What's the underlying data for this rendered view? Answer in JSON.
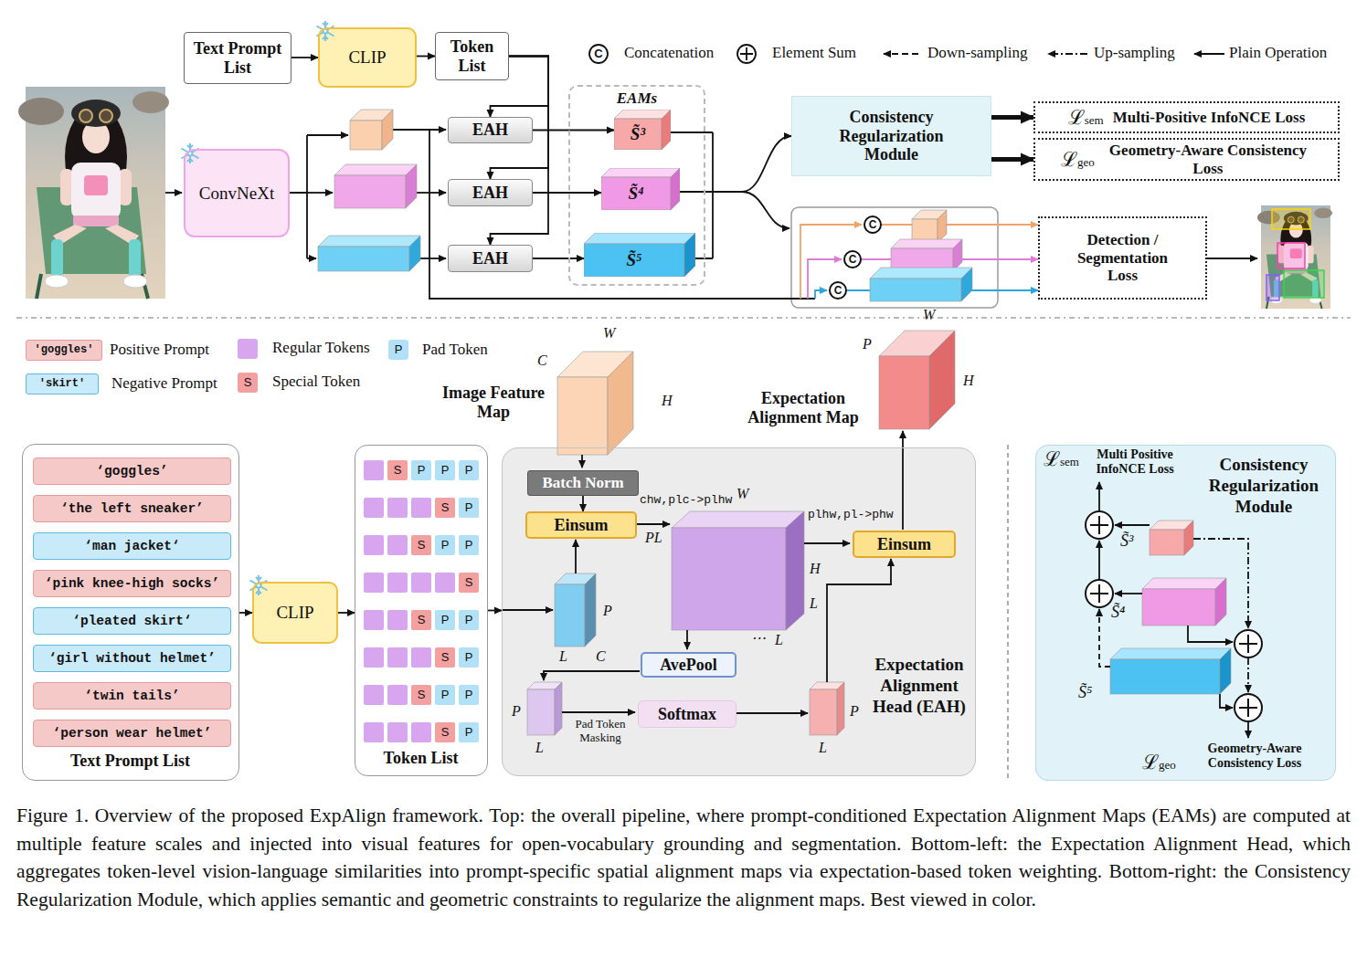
{
  "diagram": {
    "caption": "Figure 1. Overview of the proposed ExpAlign framework. Top: the overall pipeline, where prompt-conditioned Expectation Alignment Maps (EAMs) are computed at multiple feature scales and injected into visual features for open-vocabulary grounding and segmentation. Bottom-left: the Expectation Alignment Head, which aggregates token-level vision-language similarities into prompt-specific spatial alignment maps via expectation-based token weighting. Bottom-right: the Consistency Regularization Module, which applies semantic and geometric constraints to regularize the alignment maps. Best viewed in color.",
    "nodes": [
      {
        "text": [
          "Text Prompt List"
        ]
      },
      {
        "text": [
          "CLIP"
        ]
      },
      {
        "text": [
          "Token List"
        ]
      },
      {
        "text": [
          "ConvNeXt"
        ]
      },
      {
        "text": [
          "EAH"
        ]
      },
      {
        "text": [
          "EAH"
        ]
      },
      {
        "text": [
          "EAH"
        ]
      },
      {
        "text": [
          "EAMs"
        ]
      },
      {
        "text": [
          "S̃³"
        ],
        "in": 7
      },
      {
        "text": [
          "S̃⁴"
        ],
        "in": 7
      },
      {
        "text": [
          "S̃⁵"
        ],
        "in": 7
      },
      {
        "text": [
          "Consistency Regularization Module"
        ]
      },
      {
        "text": [
          "ℒsem",
          "Multi-Positive InfoNCE Loss"
        ]
      },
      {
        "text": [
          "ℒgeo",
          "Geometry-Aware Consistency Loss"
        ]
      },
      {
        "text": [
          "C"
        ]
      },
      {
        "text": [
          "C"
        ]
      },
      {
        "text": [
          "C"
        ]
      },
      {
        "text": [
          "Detection / Segmentation Loss"
        ]
      },
      {
        "text": [
          "Text Prompt List"
        ]
      },
      {
        "text": [
          "‘goggles’"
        ],
        "in": 18
      },
      {
        "text": [
          "‘the left sneaker’"
        ],
        "in": 18
      },
      {
        "text": [
          "‘man jacket‘"
        ],
        "in": 18
      },
      {
        "text": [
          "‘pink knee-high socks’"
        ],
        "in": 18
      },
      {
        "text": [
          "‘pleated skirt‘"
        ],
        "in": 18
      },
      {
        "text": [
          "‘girl without helmet’"
        ],
        "in": 18
      },
      {
        "text": [
          "‘twin tails’"
        ],
        "in": 18
      },
      {
        "text": [
          "‘person wear helmet’"
        ],
        "in": 18
      },
      {
        "text": [
          "CLIP"
        ]
      },
      {
        "text": [
          "Token List"
        ]
      },
      {
        "text": [
          "Expectation Alignment Head (EAH)"
        ]
      },
      {
        "text": [
          "Batch Norm"
        ],
        "in": 29
      },
      {
        "text": [
          "Einsum"
        ],
        "in": 29
      },
      {
        "text": [
          "AvePool"
        ],
        "in": 29
      },
      {
        "text": [
          "Softmax"
        ],
        "in": 29
      },
      {
        "text": [
          "Einsum"
        ],
        "in": 29
      },
      {
        "text": [
          "Consistency Regularization Module"
        ]
      }
    ],
    "edges": [
      {
        "from": 0,
        "to": 1,
        "arrow": "to"
      },
      {
        "from": 1,
        "to": 2,
        "arrow": "to"
      },
      {
        "from": 2,
        "to": 4,
        "arrow": "to"
      },
      {
        "from": 2,
        "to": 5,
        "arrow": "to"
      },
      {
        "from": 2,
        "to": 6,
        "arrow": "to"
      },
      {
        "from": 4,
        "to": 8,
        "arrow": "to"
      },
      {
        "from": 5,
        "to": 9,
        "arrow": "to"
      },
      {
        "from": 6,
        "to": 10,
        "arrow": "to"
      },
      {
        "from": 7,
        "to": 11,
        "arrow": "to"
      },
      {
        "from": 11,
        "to": 12,
        "arrow": "to"
      },
      {
        "from": 11,
        "to": 13,
        "arrow": "to"
      },
      {
        "from": 14,
        "to": 17,
        "arrow": "to"
      },
      {
        "from": 15,
        "to": 17,
        "arrow": "to"
      },
      {
        "from": 16,
        "to": 17,
        "arrow": "to"
      },
      {
        "from": 18,
        "to": 27,
        "arrow": "to"
      },
      {
        "from": 27,
        "to": 28,
        "arrow": "to"
      },
      {
        "from": 28,
        "to": 29,
        "arrow": "to"
      },
      {
        "from": 30,
        "to": 31,
        "arrow": "to"
      }
    ],
    "labels": [
      "C",
      "'goggles'",
      "'skirt'",
      "P",
      "S",
      "S",
      "P",
      "P",
      "P",
      "S",
      "P",
      "S",
      "P",
      "P",
      "S",
      "S",
      "P",
      "P",
      "S",
      "P",
      "S",
      "P",
      "P",
      "S",
      "P",
      "Image Feature Map",
      "C",
      "W",
      "H",
      "chw,plc->plhw",
      "PL",
      "P",
      "L",
      "C",
      "W",
      "H",
      "L",
      "⋯",
      "L",
      "P",
      "L",
      "Pad Token Masking",
      "P",
      "L",
      "plhw,pl->phw",
      "Expectation Alignment Map",
      "P",
      "W",
      "H",
      "ℒsem",
      "Multi Positive InfoNCE Loss",
      "S̃³",
      "S̃⁴",
      "S̃⁵",
      "ℒgeo",
      "Geometry-Aware Consistency Loss"
    ],
    "legend": [
      {
        "text": "Concatenation"
      },
      {
        "text": "Element Sum"
      },
      {
        "text": "Down-sampling"
      },
      {
        "text": "Up-sampling"
      },
      {
        "text": "Plain Operation"
      },
      {
        "text": "Positive Prompt",
        "color": "#f6c9c9"
      },
      {
        "text": "Negative Prompt",
        "color": "#c9eaf8"
      },
      {
        "text": "Regular Tokens",
        "color": "#d7a6ee"
      },
      {
        "text": "Pad Token",
        "color": "#b2e0f6"
      },
      {
        "text": "Special Token",
        "color": "#f2a0a0"
      }
    ]
  }
}
